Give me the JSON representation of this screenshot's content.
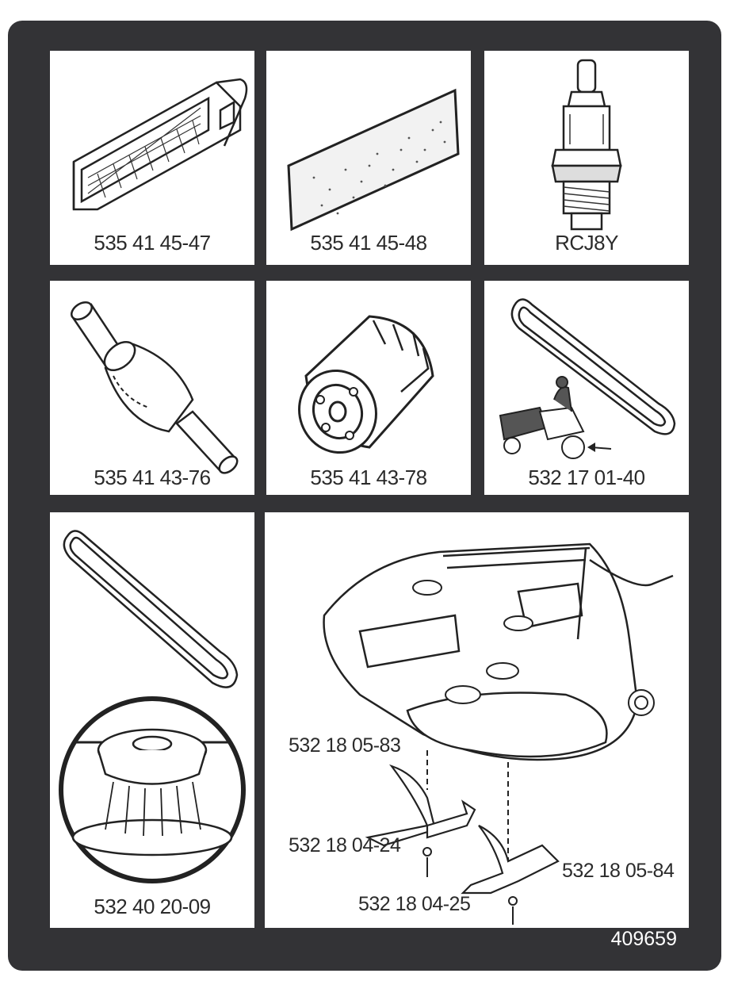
{
  "sheet": {
    "document_number": "409659",
    "parts": [
      {
        "part_number": "535 41 45-47",
        "icon": "air-filter-icon"
      },
      {
        "part_number": "535 41 45-48",
        "icon": "pre-filter-icon"
      },
      {
        "part_number": "RCJ8Y",
        "icon": "spark-plug-icon"
      },
      {
        "part_number": "535 41 43-76",
        "icon": "fuel-filter-icon"
      },
      {
        "part_number": "535 41 43-78",
        "icon": "oil-filter-icon"
      },
      {
        "part_number": "532 17 01-40",
        "icon": "drive-belt-tractor-icon"
      },
      {
        "part_number": "532 40 20-09",
        "icon": "belt-and-pulley-icon"
      }
    ],
    "mower_deck": {
      "icon": "mower-deck-icon",
      "callouts": [
        {
          "part_number": "532 18 05-83"
        },
        {
          "part_number": "532 18 04-24"
        },
        {
          "part_number": "532 18 05-84"
        },
        {
          "part_number": "532 18 04-25"
        }
      ]
    },
    "colors": {
      "frame": "#333336",
      "panel": "#ffffff",
      "ink": "#2b2b2b"
    }
  }
}
